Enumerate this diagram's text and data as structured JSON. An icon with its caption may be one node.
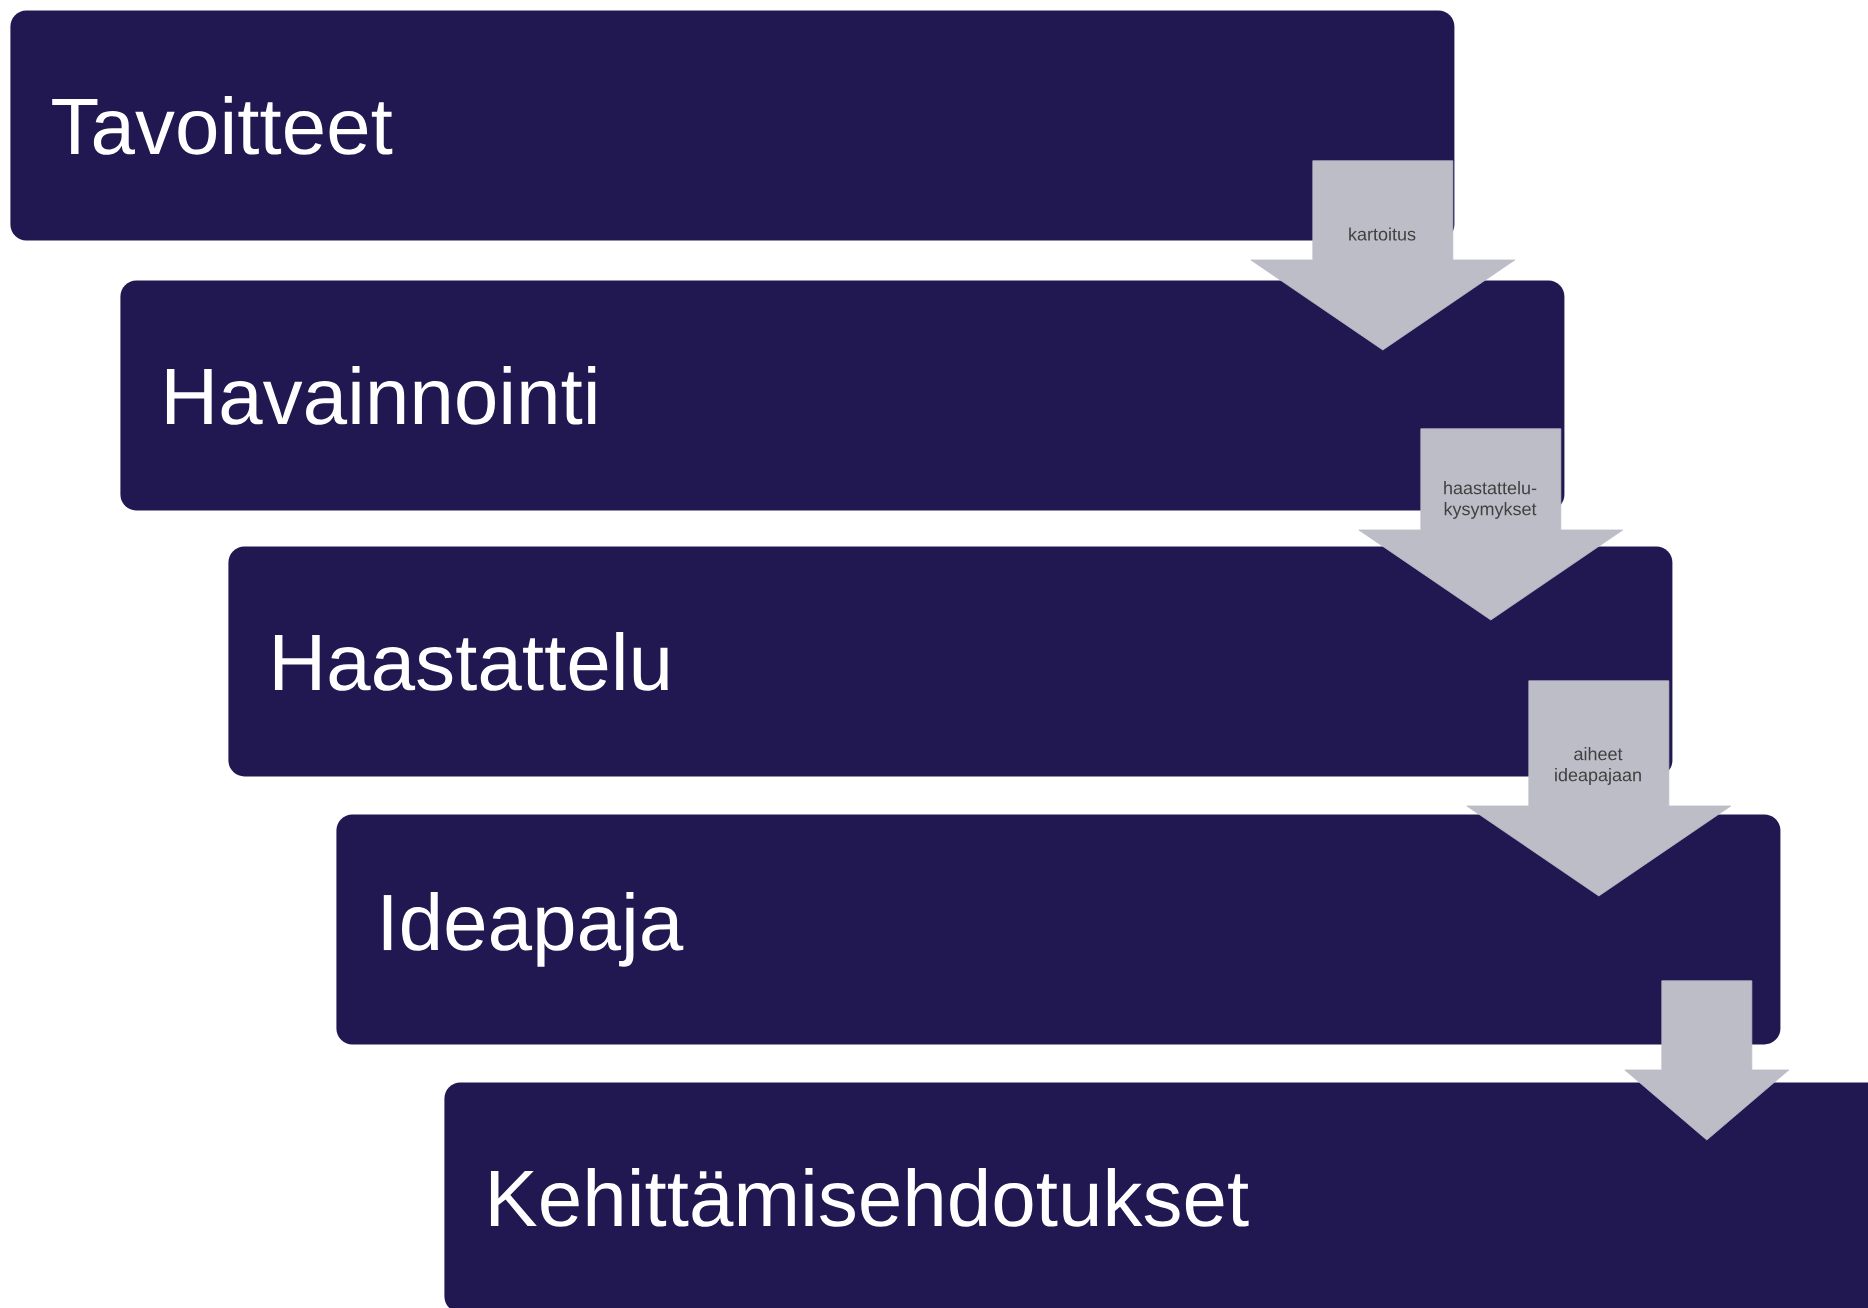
{
  "diagram": {
    "nodes": [
      {
        "text": [
          "Tavoitteet"
        ]
      },
      {
        "text": [
          "Havainnointi"
        ]
      },
      {
        "text": [
          "Haastattelu"
        ]
      },
      {
        "text": [
          "Ideapaja"
        ]
      },
      {
        "text": [
          "Kehittämisehdotukset"
        ]
      }
    ],
    "edges": [
      {
        "from": 0,
        "to": 1,
        "arrow": "to",
        "label": "kartoitus"
      },
      {
        "from": 1,
        "to": 2,
        "arrow": "to",
        "label": "haastattelu-kysymykset"
      },
      {
        "from": 2,
        "to": 3,
        "arrow": "to",
        "label": "aiheet ideapajaan"
      },
      {
        "from": 3,
        "to": 4,
        "arrow": "to"
      }
    ]
  }
}
